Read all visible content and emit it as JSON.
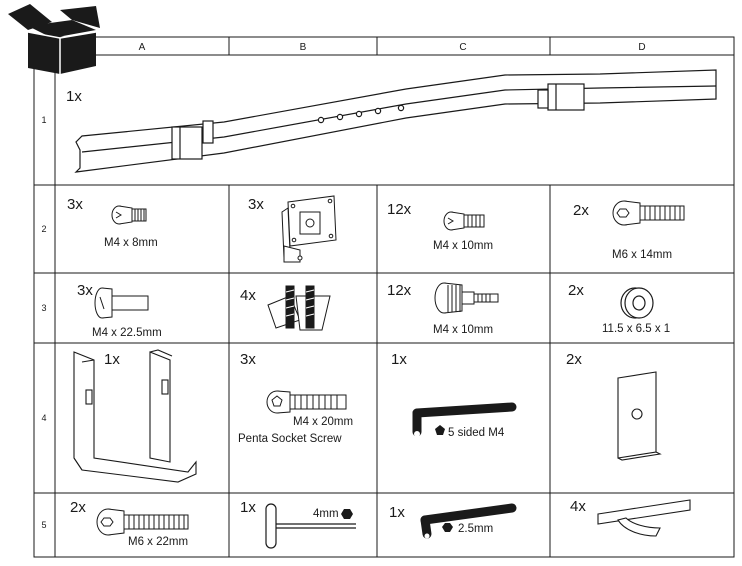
{
  "columns": [
    "A",
    "B",
    "C",
    "D"
  ],
  "rows": [
    "1",
    "2",
    "3",
    "4",
    "5"
  ],
  "cells": {
    "r1": {
      "qty": "1x"
    },
    "r2a": {
      "qty": "3x",
      "label": "M4 x 8mm"
    },
    "r2b": {
      "qty": "3x"
    },
    "r2c": {
      "qty": "12x",
      "label": "M4 x 10mm"
    },
    "r2d": {
      "qty": "2x",
      "label": "M6 x 14mm"
    },
    "r3a": {
      "qty": "3x",
      "label": "M4 x 22.5mm"
    },
    "r3b": {
      "qty": "4x"
    },
    "r3c": {
      "qty": "12x",
      "label": "M4 x 10mm"
    },
    "r3d": {
      "qty": "2x",
      "label": "11.5 x 6.5 x 1"
    },
    "r4a": {
      "qty": "1x"
    },
    "r4b": {
      "qty": "3x",
      "label": "M4 x 20mm",
      "label2": "Penta Socket Screw"
    },
    "r4c": {
      "qty": "1x",
      "label": "5 sided M4"
    },
    "r4d": {
      "qty": "2x"
    },
    "r5a": {
      "qty": "2x",
      "label": "M6 x 22mm"
    },
    "r5b": {
      "qty": "1x",
      "label": "4mm"
    },
    "r5c": {
      "qty": "1x",
      "label": "2.5mm"
    },
    "r5d": {
      "qty": "4x"
    }
  },
  "icons": {
    "corner": "open-box-icon",
    "hex": "hexagon-icon",
    "penta": "pentagon-icon"
  }
}
